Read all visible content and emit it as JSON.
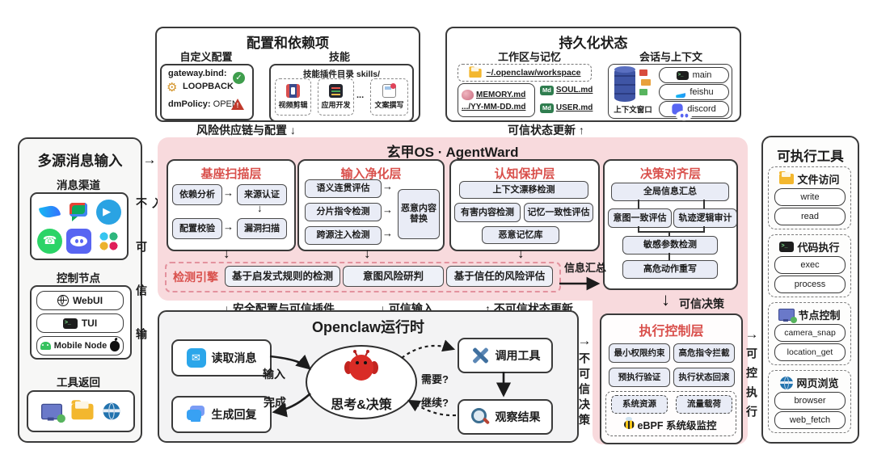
{
  "glyphs": {
    "down": "↓",
    "up": "↑",
    "right": "→",
    "ellipsis": "...",
    "check": "✓",
    "warn": "!",
    "gear": "⚙",
    "md": "Md",
    "term": ">_",
    "phone": "☎",
    "send": "▶",
    "mail": "✉"
  },
  "config_box": {
    "title": "配置和依赖项",
    "custom_config": {
      "title": "自定义配置",
      "line1_key": "gateway.bind:",
      "line1_val": "LOOPBACK",
      "line2_key": "dmPolicy:",
      "line2_val": "OPEN"
    },
    "skills": {
      "title": "技能",
      "dir_label": "技能插件目录 skills/",
      "items": [
        "视频剪辑",
        "应用开发",
        "文案撰写"
      ]
    }
  },
  "persist_box": {
    "title": "持久化状态",
    "workspace": {
      "title": "工作区与记忆",
      "path": "~/.openclaw/workspace",
      "file1": "MEMORY.md",
      "file2": ".../YY-MM-DD.md",
      "file3": "SOUL.md",
      "file4": "USER.md"
    },
    "session": {
      "title": "会话与上下文",
      "context_label": "上下文窗口",
      "items": [
        "main",
        "feishu",
        "discord"
      ]
    }
  },
  "top_labels": {
    "risk_supply": "风险供应链与配置 ↓",
    "trusted_state": "可信状态更新 ↑"
  },
  "left_panel": {
    "title": "多源消息输入",
    "channels_title": "消息渠道",
    "control_title": "控制节点",
    "control_items": [
      "WebUI",
      "TUI",
      "Mobile Node"
    ],
    "tools_title": "工具返回"
  },
  "flow_labels": {
    "untrusted_input": "不可信输入",
    "untrusted_decision": "不可信决策",
    "controlled_exec": "可控执行",
    "secure_config": "↓ 安全配置与可信插件",
    "trusted_input": "↓ 可信输入",
    "untrusted_state": "↑ 不可信状态更新",
    "trusted_decision": "可信决策",
    "info_agg": "信息汇总"
  },
  "agentward": {
    "title": "玄甲OS · AgentWard",
    "base_layer": {
      "title": "基座扫描层",
      "items": [
        "依赖分析",
        "来源认证",
        "配置校验",
        "漏洞扫描"
      ]
    },
    "input_layer": {
      "title": "输入净化层",
      "items": [
        "语义连贯评估",
        "分片指令检测",
        "跨源注入检测"
      ],
      "replace": "恶意内容替换"
    },
    "cognitive_layer": {
      "title": "认知保护层",
      "items": [
        "上下文漂移检测",
        "有害内容检测",
        "记忆一致性评估",
        "恶意记忆库"
      ]
    },
    "decision_layer": {
      "title": "决策对齐层",
      "items": [
        "全局信息汇总",
        "意图一致评估",
        "轨迹逻辑审计",
        "敏感参数检测",
        "高危动作重写"
      ]
    },
    "detection": {
      "label": "检测引擎",
      "items": [
        "基于启发式规则的检测",
        "意图风险研判",
        "基于信任的风险评估"
      ]
    }
  },
  "runtime": {
    "title": "Openclaw运行时",
    "read_msg": "读取消息",
    "gen_reply": "生成回复",
    "think": "思考&决策",
    "call_tool": "调用工具",
    "observe": "观察结果",
    "input_label": "输入",
    "done_label": "完成",
    "need_label": "需要?",
    "continue_label": "继续?"
  },
  "exec_layer": {
    "title": "执行控制层",
    "items": [
      "最小权限约束",
      "高危指令拦截",
      "预执行验证",
      "执行状态回滚"
    ],
    "monitor_items": [
      "系统资源",
      "流量载荷"
    ],
    "monitor_label": "eBPF 系统级监控"
  },
  "right_panel": {
    "title": "可执行工具",
    "groups": [
      {
        "label": "文件访问",
        "items": [
          "write",
          "read"
        ]
      },
      {
        "label": "代码执行",
        "items": [
          "exec",
          "process"
        ]
      },
      {
        "label": "节点控制",
        "items": [
          "camera_snap",
          "location_get"
        ]
      },
      {
        "label": "网页浏览",
        "items": [
          "browser",
          "web_fetch"
        ]
      }
    ]
  }
}
